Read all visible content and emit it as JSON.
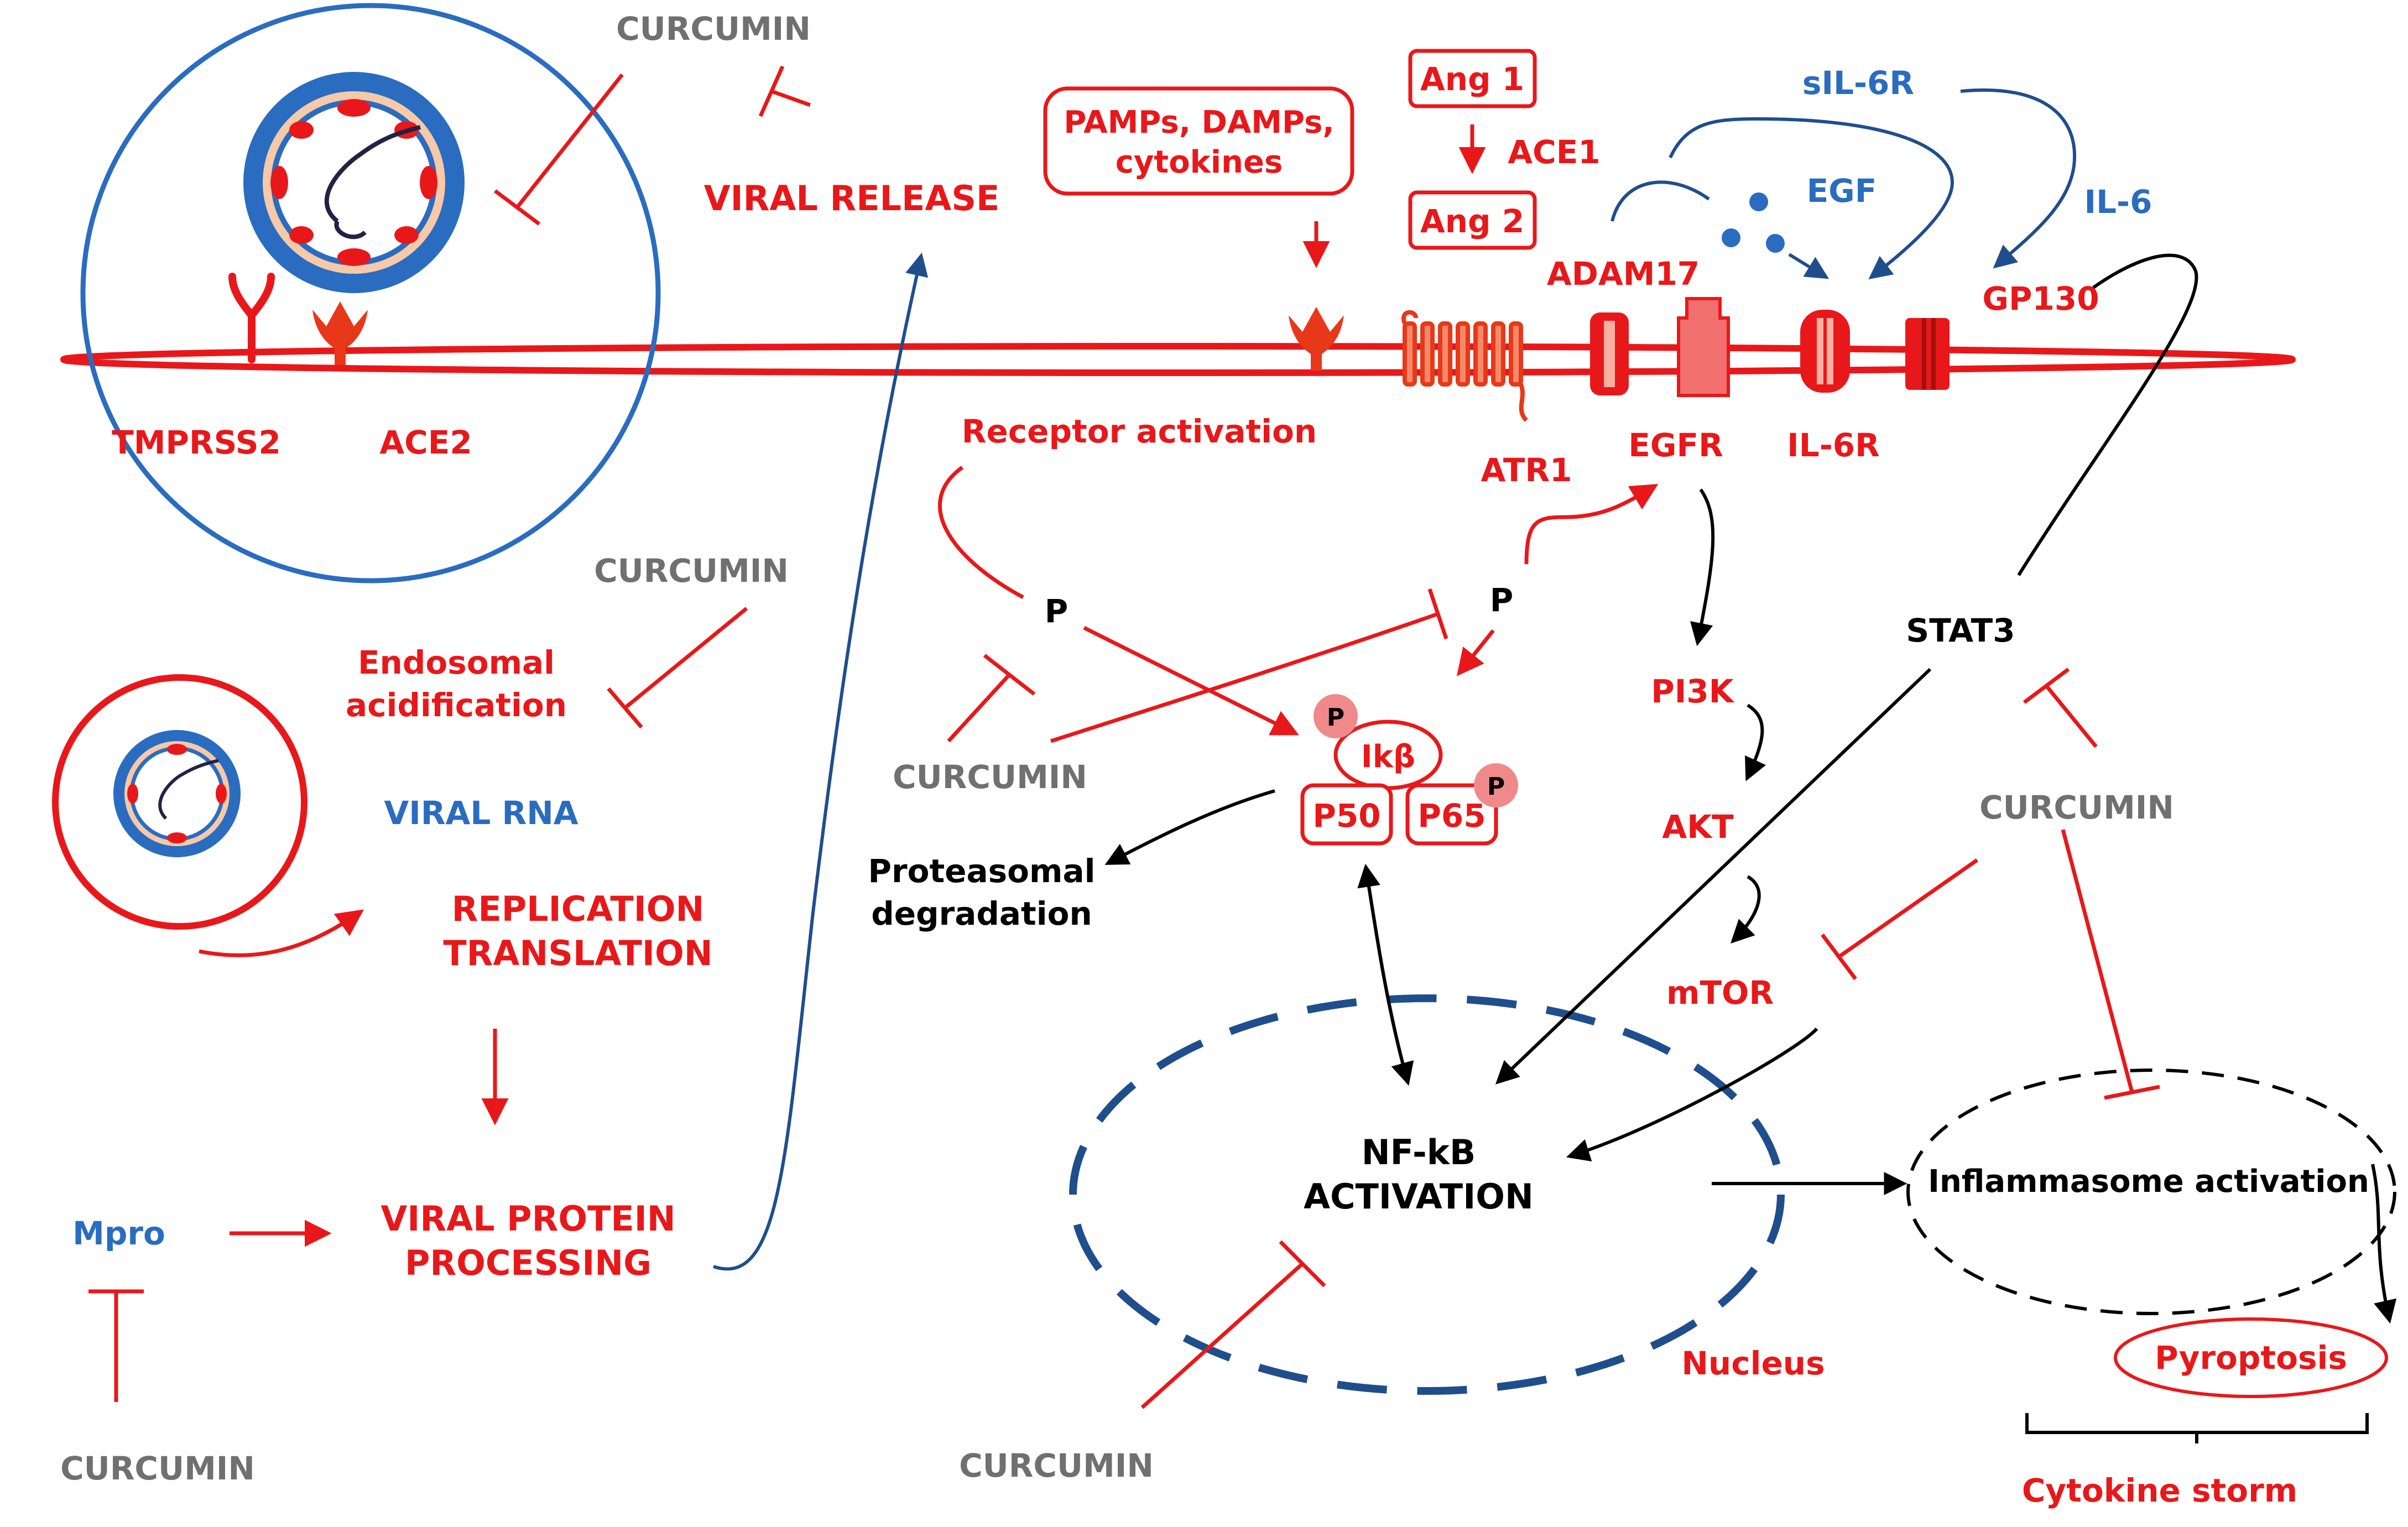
{
  "labels": {
    "curcumin": "CURCUMIN",
    "viral_release": "VIRAL RELEASE",
    "pamps_line1": "PAMPs, DAMPs,",
    "pamps_line2": "cytokines",
    "ang1": "Ang 1",
    "ang2": "Ang 2",
    "ace1": "ACE1",
    "sil6r": "sIL-6R",
    "egf": "EGF",
    "il6": "IL-6",
    "adam17": "ADAM17",
    "gp130": "GP130",
    "tmprss2": "TMPRSS2",
    "ace2": "ACE2",
    "receptor_activation": "Receptor activation",
    "atr1": "ATR1",
    "egfr": "EGFR",
    "il6r": "IL-6R",
    "endosomal_line1": "Endosomal",
    "endosomal_line2": "acidification",
    "viral_rna": "VIRAL RNA",
    "replication": "REPLICATION",
    "translation": "TRANSLATION",
    "mpro": "Mpro",
    "vpp_line1": "VIRAL PROTEIN",
    "vpp_line2": "PROCESSING",
    "p": "P",
    "ikb": "Ikβ",
    "p50": "P50",
    "p65": "P65",
    "proteasomal_line1": "Proteasomal",
    "proteasomal_line2": "degradation",
    "stat3": "STAT3",
    "pi3k": "PI3K",
    "akt": "AKT",
    "mtor": "mTOR",
    "nfkb_line1": "NF-kB",
    "nfkb_line2": "ACTIVATION",
    "inflammasome": "Inflammasome activation",
    "nucleus": "Nucleus",
    "pyroptosis": "Pyroptosis",
    "cytokine_storm": "Cytokine storm"
  },
  "colors": {
    "red": "#e8181a",
    "blue": "#2a6cc0",
    "dark_blue": "#1f4e8c",
    "gray": "#707070",
    "black": "#000000",
    "p_badge": "#f08a8a",
    "virus_ring": "#2a6cc0",
    "virus_fill_light": "#f6c9a8"
  }
}
